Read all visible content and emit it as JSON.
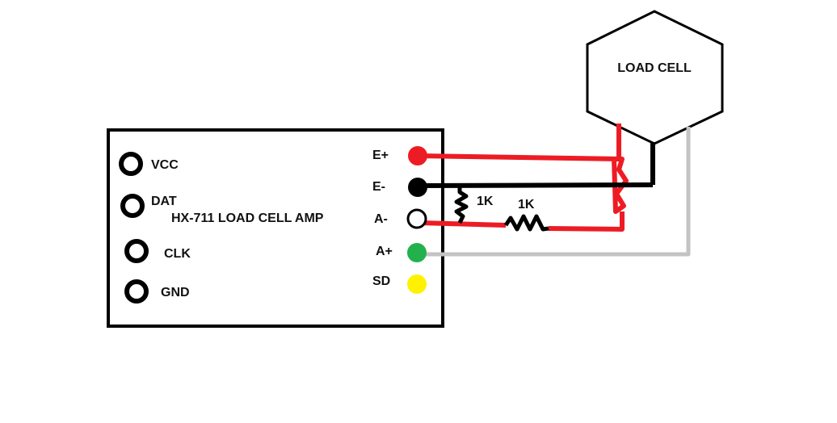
{
  "module": {
    "title": "HX-711 LOAD CELL AMP",
    "left_pins": [
      {
        "label": "VCC"
      },
      {
        "label": "DAT"
      },
      {
        "label": "CLK"
      },
      {
        "label": "GND"
      }
    ],
    "right_pins": [
      {
        "label": "E+",
        "color": "#ed1c24"
      },
      {
        "label": "E-",
        "color": "#000000"
      },
      {
        "label": "A-",
        "color": "#ffffff"
      },
      {
        "label": "A+",
        "color": "#22b14c"
      },
      {
        "label": "SD",
        "color": "#fff200"
      }
    ]
  },
  "load_cell": {
    "label": "LOAD CELL"
  },
  "resistors": [
    {
      "label": "1K"
    },
    {
      "label": "1K"
    }
  ],
  "wire_colors": {
    "red": "#ed1c24",
    "black": "#000000",
    "gray": "#c3c3c3"
  }
}
